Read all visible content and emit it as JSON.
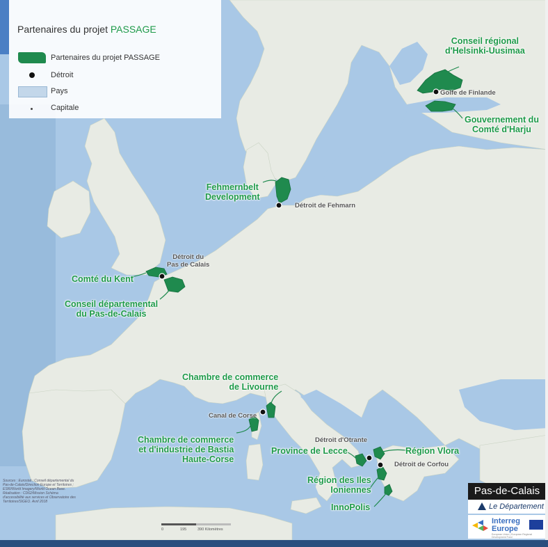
{
  "legend": {
    "title_prefix": "Partenaires du projet ",
    "title_highlight": "PASSAGE",
    "items": [
      {
        "label": "Partenaires du projet PASSAGE",
        "icon": "partner-area-swatch"
      },
      {
        "label": "Détroit",
        "icon": "strait-dot"
      },
      {
        "label": "Pays",
        "icon": "country-swatch"
      },
      {
        "label": "Capitale",
        "icon": "capital-dot"
      }
    ]
  },
  "colors": {
    "partner_green": "#1f8a4e",
    "label_green": "#1e9a49",
    "sea": "#a9c8e6",
    "land": "#e8ebe4"
  },
  "partners": [
    {
      "key": "helsinki",
      "label_lines": [
        "Conseil régional",
        "d'Helsinki-Uusimaa"
      ]
    },
    {
      "key": "harju",
      "label_lines": [
        "Gouvernement du",
        "Comté d'Harju"
      ]
    },
    {
      "key": "fehmarnbelt",
      "label_lines": [
        "Fehmernbelt",
        "Development"
      ]
    },
    {
      "key": "kent",
      "label_lines": [
        "Comté du Kent"
      ]
    },
    {
      "key": "pdc",
      "label_lines": [
        "Conseil départemental",
        "du Pas-de-Calais"
      ]
    },
    {
      "key": "livourne",
      "label_lines": [
        "Chambre de commerce",
        "de Livourne"
      ]
    },
    {
      "key": "bastia",
      "label_lines": [
        "Chambre de commerce",
        "et d'industrie  de Bastia",
        "Haute-Corse"
      ]
    },
    {
      "key": "lecce",
      "label_lines": [
        "Province de Lecce"
      ]
    },
    {
      "key": "vlora",
      "label_lines": [
        "Région Vlora"
      ]
    },
    {
      "key": "ioniennes",
      "label_lines": [
        "Région des Iles",
        "Ioniennes"
      ]
    },
    {
      "key": "innopolis",
      "label_lines": [
        "InnoPolis"
      ]
    }
  ],
  "straits": [
    {
      "key": "finlande",
      "label_lines": [
        "Golfe de Finlande"
      ]
    },
    {
      "key": "fehmarn",
      "label_lines": [
        "Détroit de Fehmarn"
      ]
    },
    {
      "key": "pasdecalais",
      "label_lines": [
        "Détroit du",
        "Pas de Calais"
      ]
    },
    {
      "key": "corse",
      "label_lines": [
        "Canal de Corse"
      ]
    },
    {
      "key": "otrante",
      "label_lines": [
        "Détroit d'Otrante"
      ]
    },
    {
      "key": "corfou",
      "label_lines": [
        "Détroit de Corfou"
      ]
    }
  ],
  "sources": "Sources : Eurostat ; Conseil départemental du Pas-de-Calais/Direction Europe et Territoires ; ESRI/World Imagery/World Ocean Base. Réalisation : CD62/Mission Schéma d'accessibilité aux services et Observatoire des Territoires/SIGEO. Avril 2018",
  "scale": {
    "ticks": [
      "0",
      "195",
      "390 Kilomètres"
    ]
  },
  "logos": {
    "pas_de_calais": "Pas-de-Calais",
    "departement": "Le Département",
    "interreg_line1": "Interreg",
    "interreg_line2": "Europe",
    "interreg_sub": "European Union | European Regional Development Fund"
  }
}
